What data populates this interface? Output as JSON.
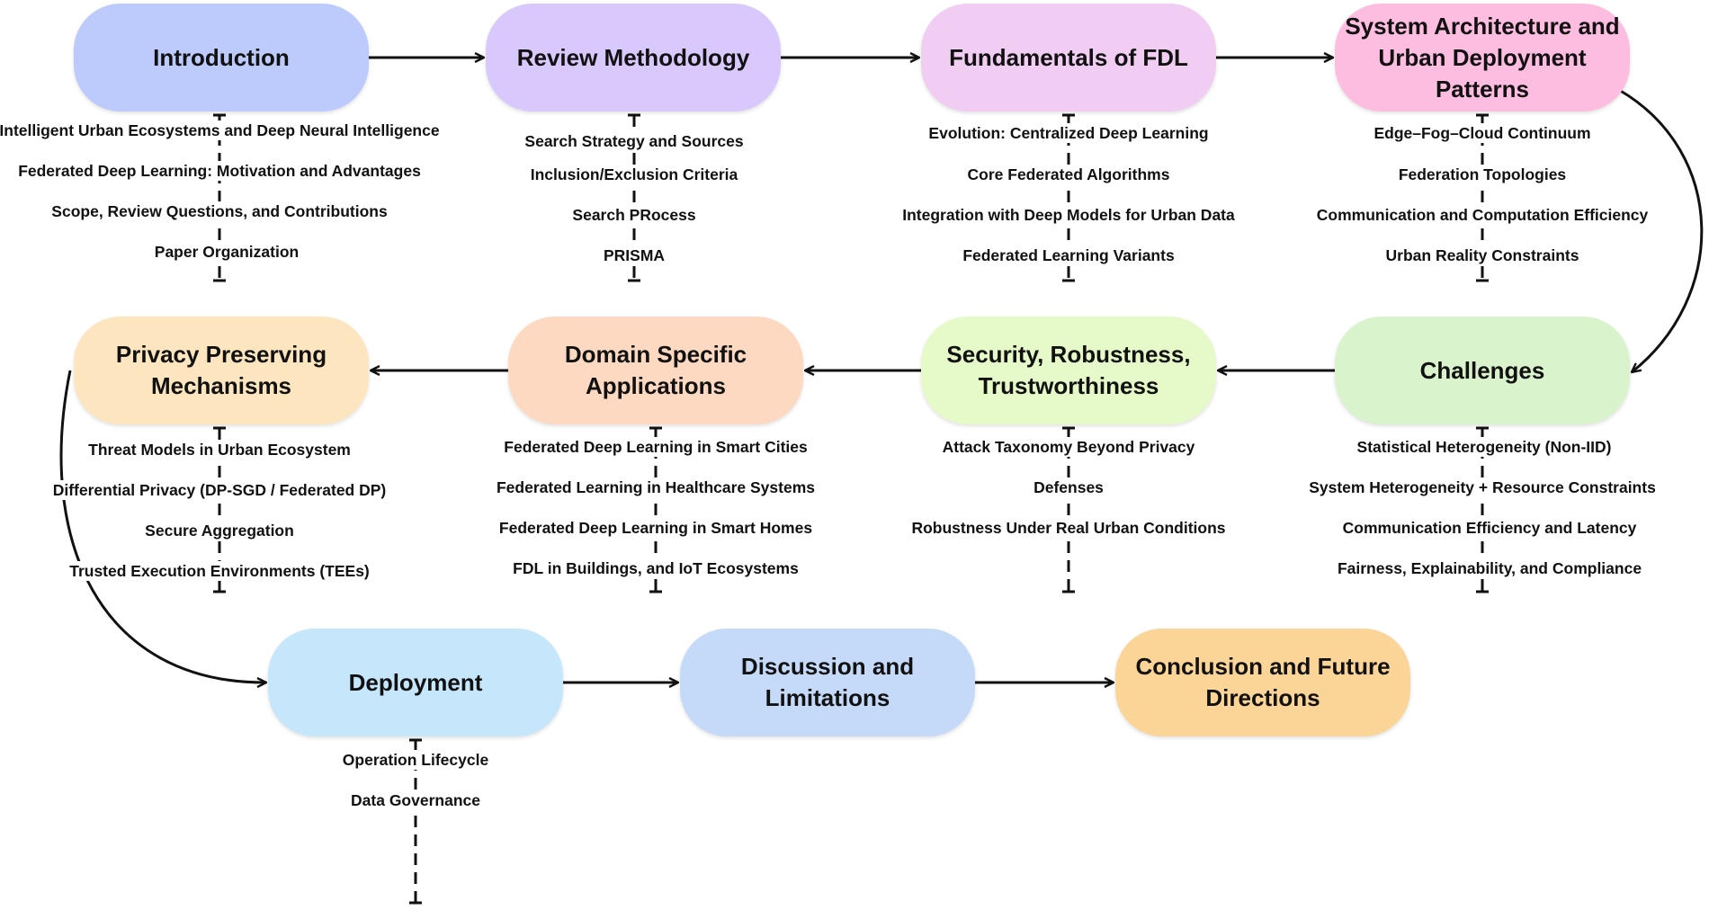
{
  "sections": [
    {
      "id": "introduction",
      "title": "Introduction",
      "color": "#bccafc",
      "items": [
        "Intelligent Urban Ecosystems and Deep Neural Intelligence",
        "Federated Deep Learning: Motivation and Advantages",
        "Scope, Review Questions, and Contributions",
        "Paper Organization"
      ]
    },
    {
      "id": "review-methodology",
      "title": "Review Methodology",
      "color": "#d8c8fb",
      "items": [
        "Search Strategy and Sources",
        "Inclusion/Exclusion Criteria",
        "Search PRocess",
        "PRISMA"
      ]
    },
    {
      "id": "fundamentals",
      "title": "Fundamentals of FDL",
      "color": "#f1cdf4",
      "items": [
        "Evolution: Centralized Deep Learning",
        "Core Federated Algorithms",
        "Integration with Deep Models for Urban Data",
        "Federated Learning Variants"
      ]
    },
    {
      "id": "system-architecture",
      "title": "System Architecture and\nUrban Deployment Patterns",
      "color": "#fdbde0",
      "items": [
        "Edge–Fog–Cloud Continuum",
        "Federation Topologies",
        "Communication and Computation Efficiency",
        "Urban Reality Constraints"
      ]
    },
    {
      "id": "challenges",
      "title": "Challenges",
      "color": "#d9f4cd",
      "items": [
        "Statistical Heterogeneity (Non-IID)",
        "System Heterogeneity + Resource Constraints",
        "Communication Efficiency and Latency",
        "Fairness, Explainability, and Compliance"
      ]
    },
    {
      "id": "security",
      "title": "Security, Robustness,\nTrustworthiness",
      "color": "#e6fac9",
      "items": [
        "Attack Taxonomy Beyond Privacy",
        "Defenses",
        "Robustness Under Real Urban Conditions"
      ]
    },
    {
      "id": "domain-applications",
      "title": "Domain Specific\nApplications",
      "color": "#fdd9c1",
      "items": [
        "Federated Deep Learning in Smart Cities",
        "Federated Learning in Healthcare Systems",
        "Federated Deep Learning in Smart Homes",
        "FDL in  Buildings, and IoT Ecosystems"
      ]
    },
    {
      "id": "privacy",
      "title": "Privacy Preserving\nMechanisms",
      "color": "#fde6bf",
      "items": [
        "Threat Models in Urban Ecosystem",
        "Differential Privacy (DP-SGD / Federated DP)",
        "Secure Aggregation",
        "Trusted Execution Environments (TEEs)"
      ]
    },
    {
      "id": "deployment",
      "title": "Deployment",
      "color": "#c5e6fb",
      "items": [
        "Operation Lifecycle",
        "Data Governance"
      ]
    },
    {
      "id": "discussion",
      "title": "Discussion and Limitations",
      "color": "#c5daf9",
      "items": []
    },
    {
      "id": "conclusion",
      "title": "Conclusion and Future\nDirections",
      "color": "#fbd497",
      "items": []
    }
  ]
}
